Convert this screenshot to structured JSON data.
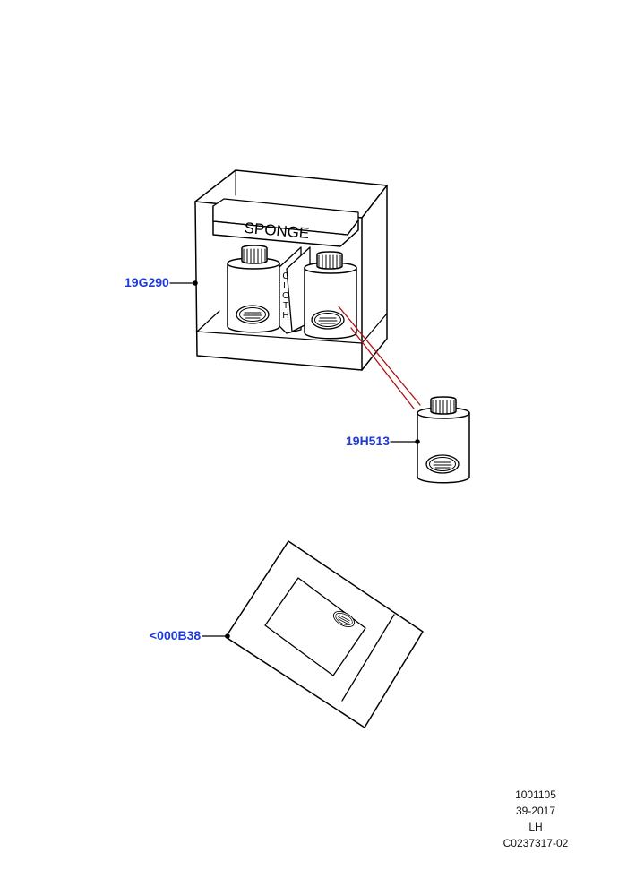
{
  "diagram": {
    "box_label": "SPONGE",
    "cloth_letters": [
      "C",
      "L",
      "O",
      "T",
      "H"
    ],
    "callout_color": "#1f3ad8",
    "leader_color": "#b01010"
  },
  "callouts": [
    {
      "part_number": "19G290",
      "target": "cleaning kit box"
    },
    {
      "part_number": "19H513",
      "target": "bottle"
    },
    {
      "part_number": "<000B38",
      "target": "cloth pack"
    }
  ],
  "footer": {
    "ref": "1001105",
    "code": "39-2017",
    "side": "LH",
    "illustration_id": "C0237317-02"
  }
}
